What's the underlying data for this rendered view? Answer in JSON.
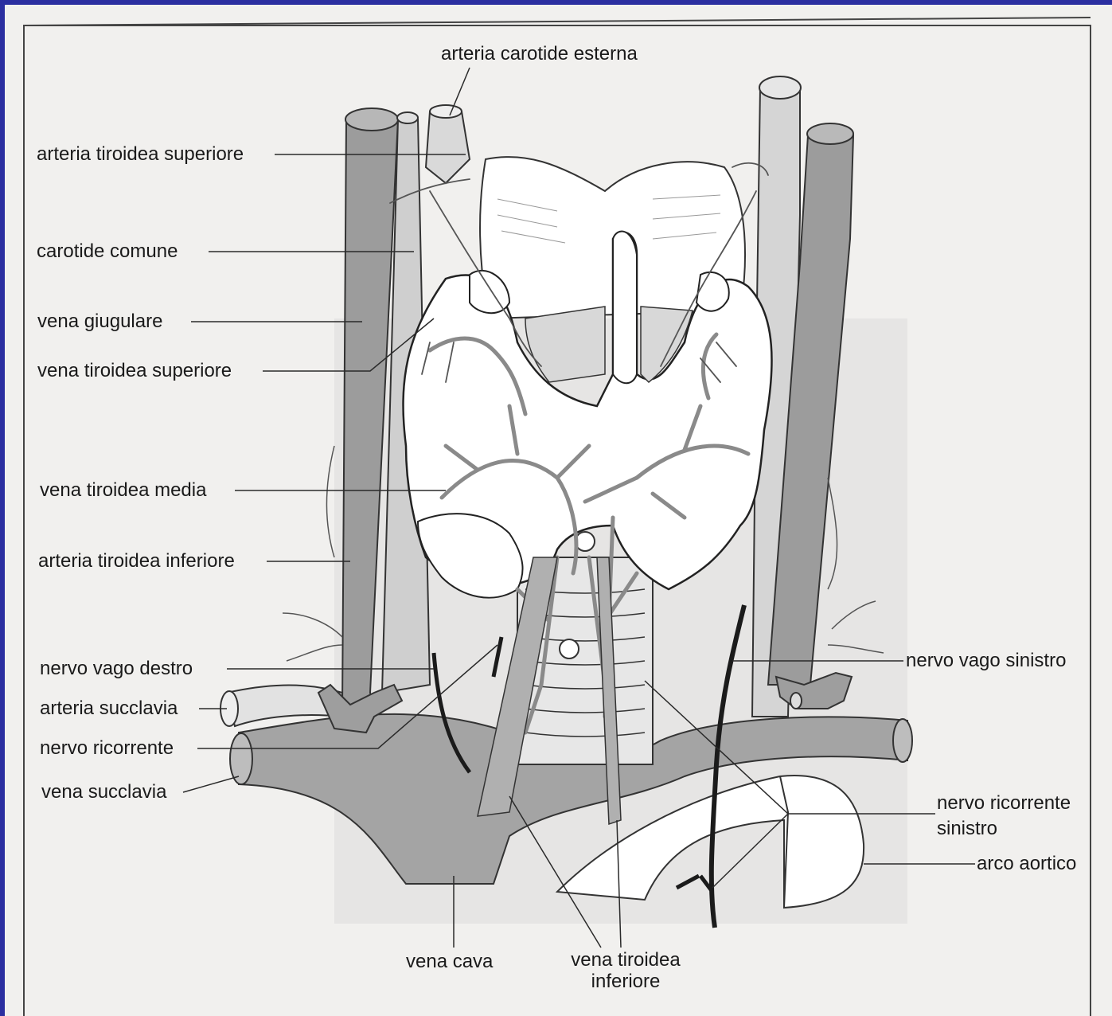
{
  "labels": {
    "arteria_carotide_esterna": "arteria carotide esterna",
    "arteria_tiroidea_superiore": "arteria tiroidea superiore",
    "carotide_comune": "carotide comune",
    "vena_giugulare": "vena giugulare",
    "vena_tiroidea_superiore": "vena tiroidea superiore",
    "vena_tiroidea_media": "vena tiroidea media",
    "arteria_tiroidea_inferiore": "arteria tiroidea inferiore",
    "nervo_vago_destro": "nervo vago destro",
    "arteria_succlavia": "arteria succlavia",
    "nervo_ricorrente": "nervo ricorrente",
    "vena_succlavia": "vena succlavia",
    "nervo_vago_sinistro": "nervo vago sinistro",
    "nervo_ricorrente_sinistro_1": "nervo ricorrente",
    "nervo_ricorrente_sinistro_2": "sinistro",
    "arco_aortico": "arco aortico",
    "vena_cava": "vena cava",
    "vena_tiroidea_inferiore_1": "vena tiroidea",
    "vena_tiroidea_inferiore_2": "inferiore"
  },
  "colors": {
    "background_border": "#2b2fa0",
    "paper": "#f1f0ee",
    "vessel_gray": "#a9a9a9",
    "vessel_dark": "#8a8a8a",
    "nerve_black": "#1b1b1b",
    "line": "#2a2a2a"
  }
}
